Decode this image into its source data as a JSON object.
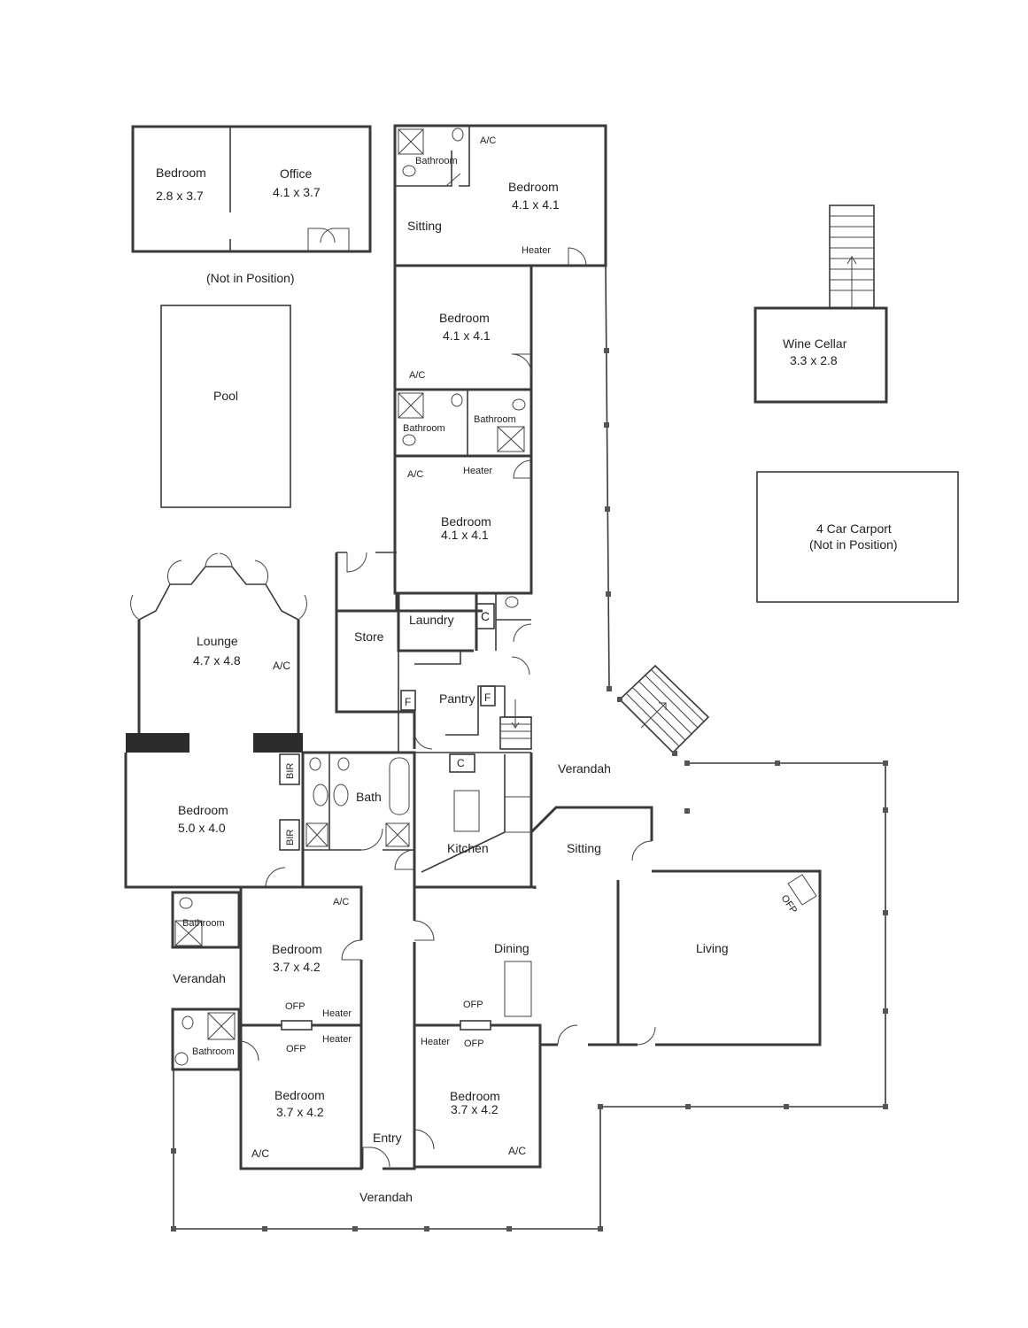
{
  "rooms": {
    "annex_bedroom": {
      "name": "Bedroom",
      "size": "2.8 x 3.7"
    },
    "office": {
      "name": "Office",
      "size": "4.1 x 3.7"
    },
    "annex_note": "(Not in Position)",
    "pool": "Pool",
    "top_bathroom": "Bathroom",
    "top_ac": "A/C",
    "top_bedroom": {
      "name": "Bedroom",
      "size": "4.1 x 4.1"
    },
    "sitting_top": "Sitting",
    "top_heater": "Heater",
    "mid_bedroom": {
      "name": "Bedroom",
      "size": "4.1 x 4.1"
    },
    "mid_ac": "A/C",
    "bathroom_left": "Bathroom",
    "bathroom_right": "Bathroom",
    "low_ac": "A/C",
    "low_heater": "Heater",
    "low_bedroom": {
      "name": "Bedroom",
      "size": "4.1 x 4.1"
    },
    "wine_cellar": {
      "name": "Wine Cellar",
      "size": "3.3 x 2.8"
    },
    "carport": {
      "name": "4 Car Carport",
      "note": "(Not in Position)"
    },
    "lounge": {
      "name": "Lounge",
      "size": "4.7 x 4.8",
      "ac": "A/C"
    },
    "store": "Store",
    "laundry": "Laundry",
    "laundry_c": "C",
    "pantry": "Pantry",
    "pantry_f_left": "F",
    "pantry_f_right": "F",
    "kitchen_c": "C",
    "bir_top": "BIR",
    "bir_bottom": "BIR",
    "bath": "Bath",
    "kitchen": "Kitchen",
    "main_bedroom": {
      "name": "Bedroom",
      "size": "5.0 x 4.0"
    },
    "verandah_east": "Verandah",
    "sitting_east": "Sitting",
    "bathroom_sw1": "Bathroom",
    "verandah_west": "Verandah",
    "sw_bedroom1": {
      "name": "Bedroom",
      "size": "3.7 x 4.2",
      "ac": "A/C"
    },
    "ofp_1": "OFP",
    "heater_1": "Heater",
    "ofp_2": "OFP",
    "heater_2": "Heater",
    "bathroom_sw2": "Bathroom",
    "sw_bedroom2": {
      "name": "Bedroom",
      "size": "3.7 x 4.2",
      "ac": "A/C"
    },
    "entry": "Entry",
    "dining": "Dining",
    "ofp_3": "OFP",
    "heater_3": "Heater",
    "ofp_4": "OFP",
    "se_bedroom": {
      "name": "Bedroom",
      "size": "3.7 x 4.2",
      "ac": "A/C"
    },
    "living": "Living",
    "ofp_living": "OFP",
    "verandah_south": "Verandah"
  }
}
